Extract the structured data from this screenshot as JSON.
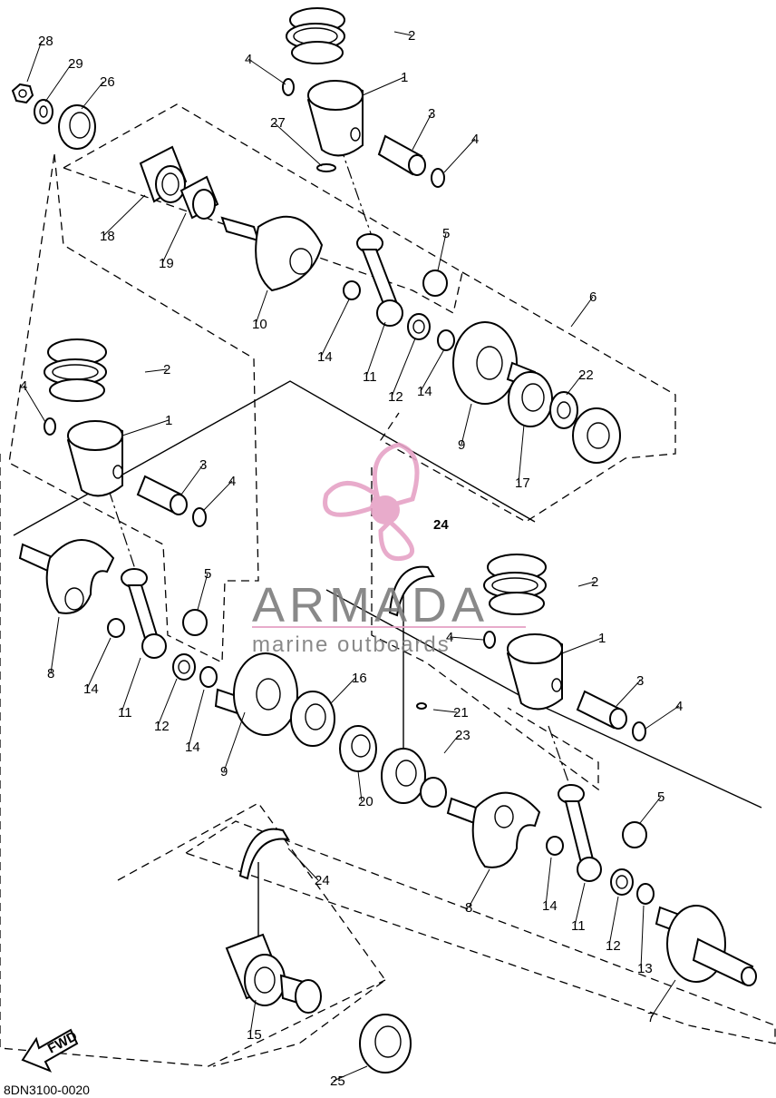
{
  "diagram_code": "8DN3100-0020",
  "fwd_label": "FWD",
  "watermark": {
    "brand": "ARMADA",
    "tagline": "marine outboards",
    "accent": "#e6a3c6"
  },
  "callouts": {
    "top": [
      "28",
      "29",
      "26",
      "2",
      "4",
      "1",
      "27",
      "3",
      "4",
      "18",
      "19",
      "10",
      "5",
      "14",
      "11",
      "12",
      "14",
      "6",
      "22",
      "9",
      "17"
    ],
    "middle": [
      "2",
      "4",
      "1",
      "3",
      "4",
      "5",
      "8",
      "14",
      "11",
      "12",
      "14",
      "9",
      "16",
      "21",
      "23",
      "20",
      "24"
    ],
    "right": [
      "2",
      "4",
      "1",
      "3",
      "4",
      "5",
      "8",
      "14",
      "11",
      "12",
      "13",
      "7"
    ],
    "bottom": [
      "24",
      "15",
      "25"
    ]
  }
}
